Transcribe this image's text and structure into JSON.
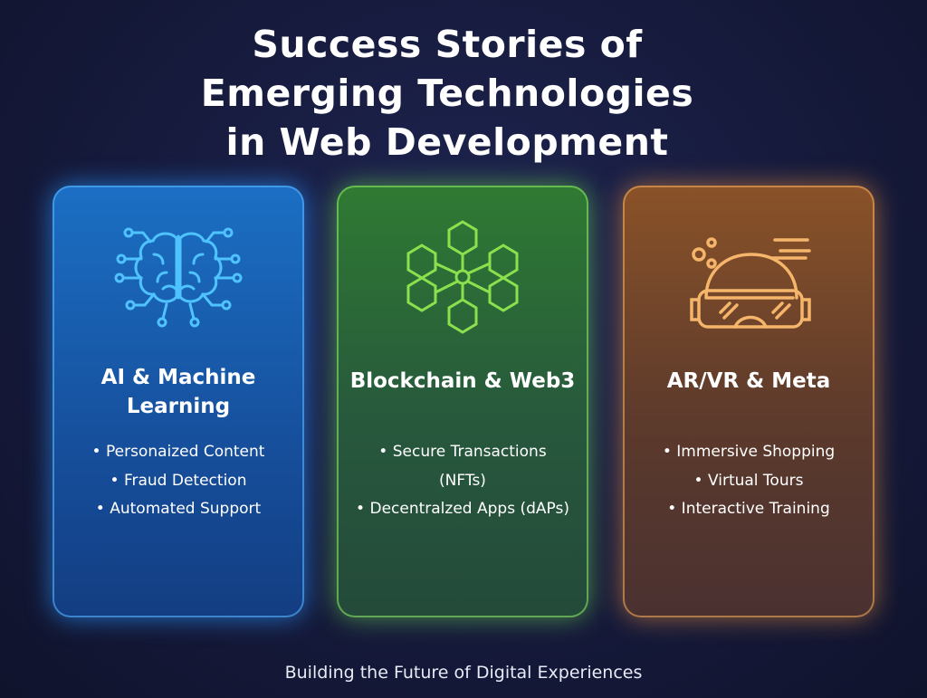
{
  "title": [
    "Success Stories of",
    "Emerging Technologies",
    "in Web Development"
  ],
  "cards": [
    {
      "title": "AI & Machine Learning",
      "title_lines": [
        "AI & Machine",
        "Learning"
      ],
      "icon": "brain-circuit-icon",
      "color": "#4fc3ff",
      "items": [
        "• Personaized Content",
        "• Fraud Detection",
        "• Automated Support"
      ]
    },
    {
      "title": "Blockchain & Web3",
      "icon": "hexagon-network-icon",
      "color": "#8be04e",
      "items": [
        "• Secure Transactions",
        "(NFTs)",
        "• Decentralzed Apps (dAPs)"
      ]
    },
    {
      "title": "AR/VR & Meta",
      "icon": "vr-headset-icon",
      "color": "#f5b56a",
      "items": [
        "• Immersive Shopping",
        "• Virtual Tours",
        "• Interactive Training"
      ]
    }
  ],
  "footer": "Building the Future of Digital Experiences"
}
